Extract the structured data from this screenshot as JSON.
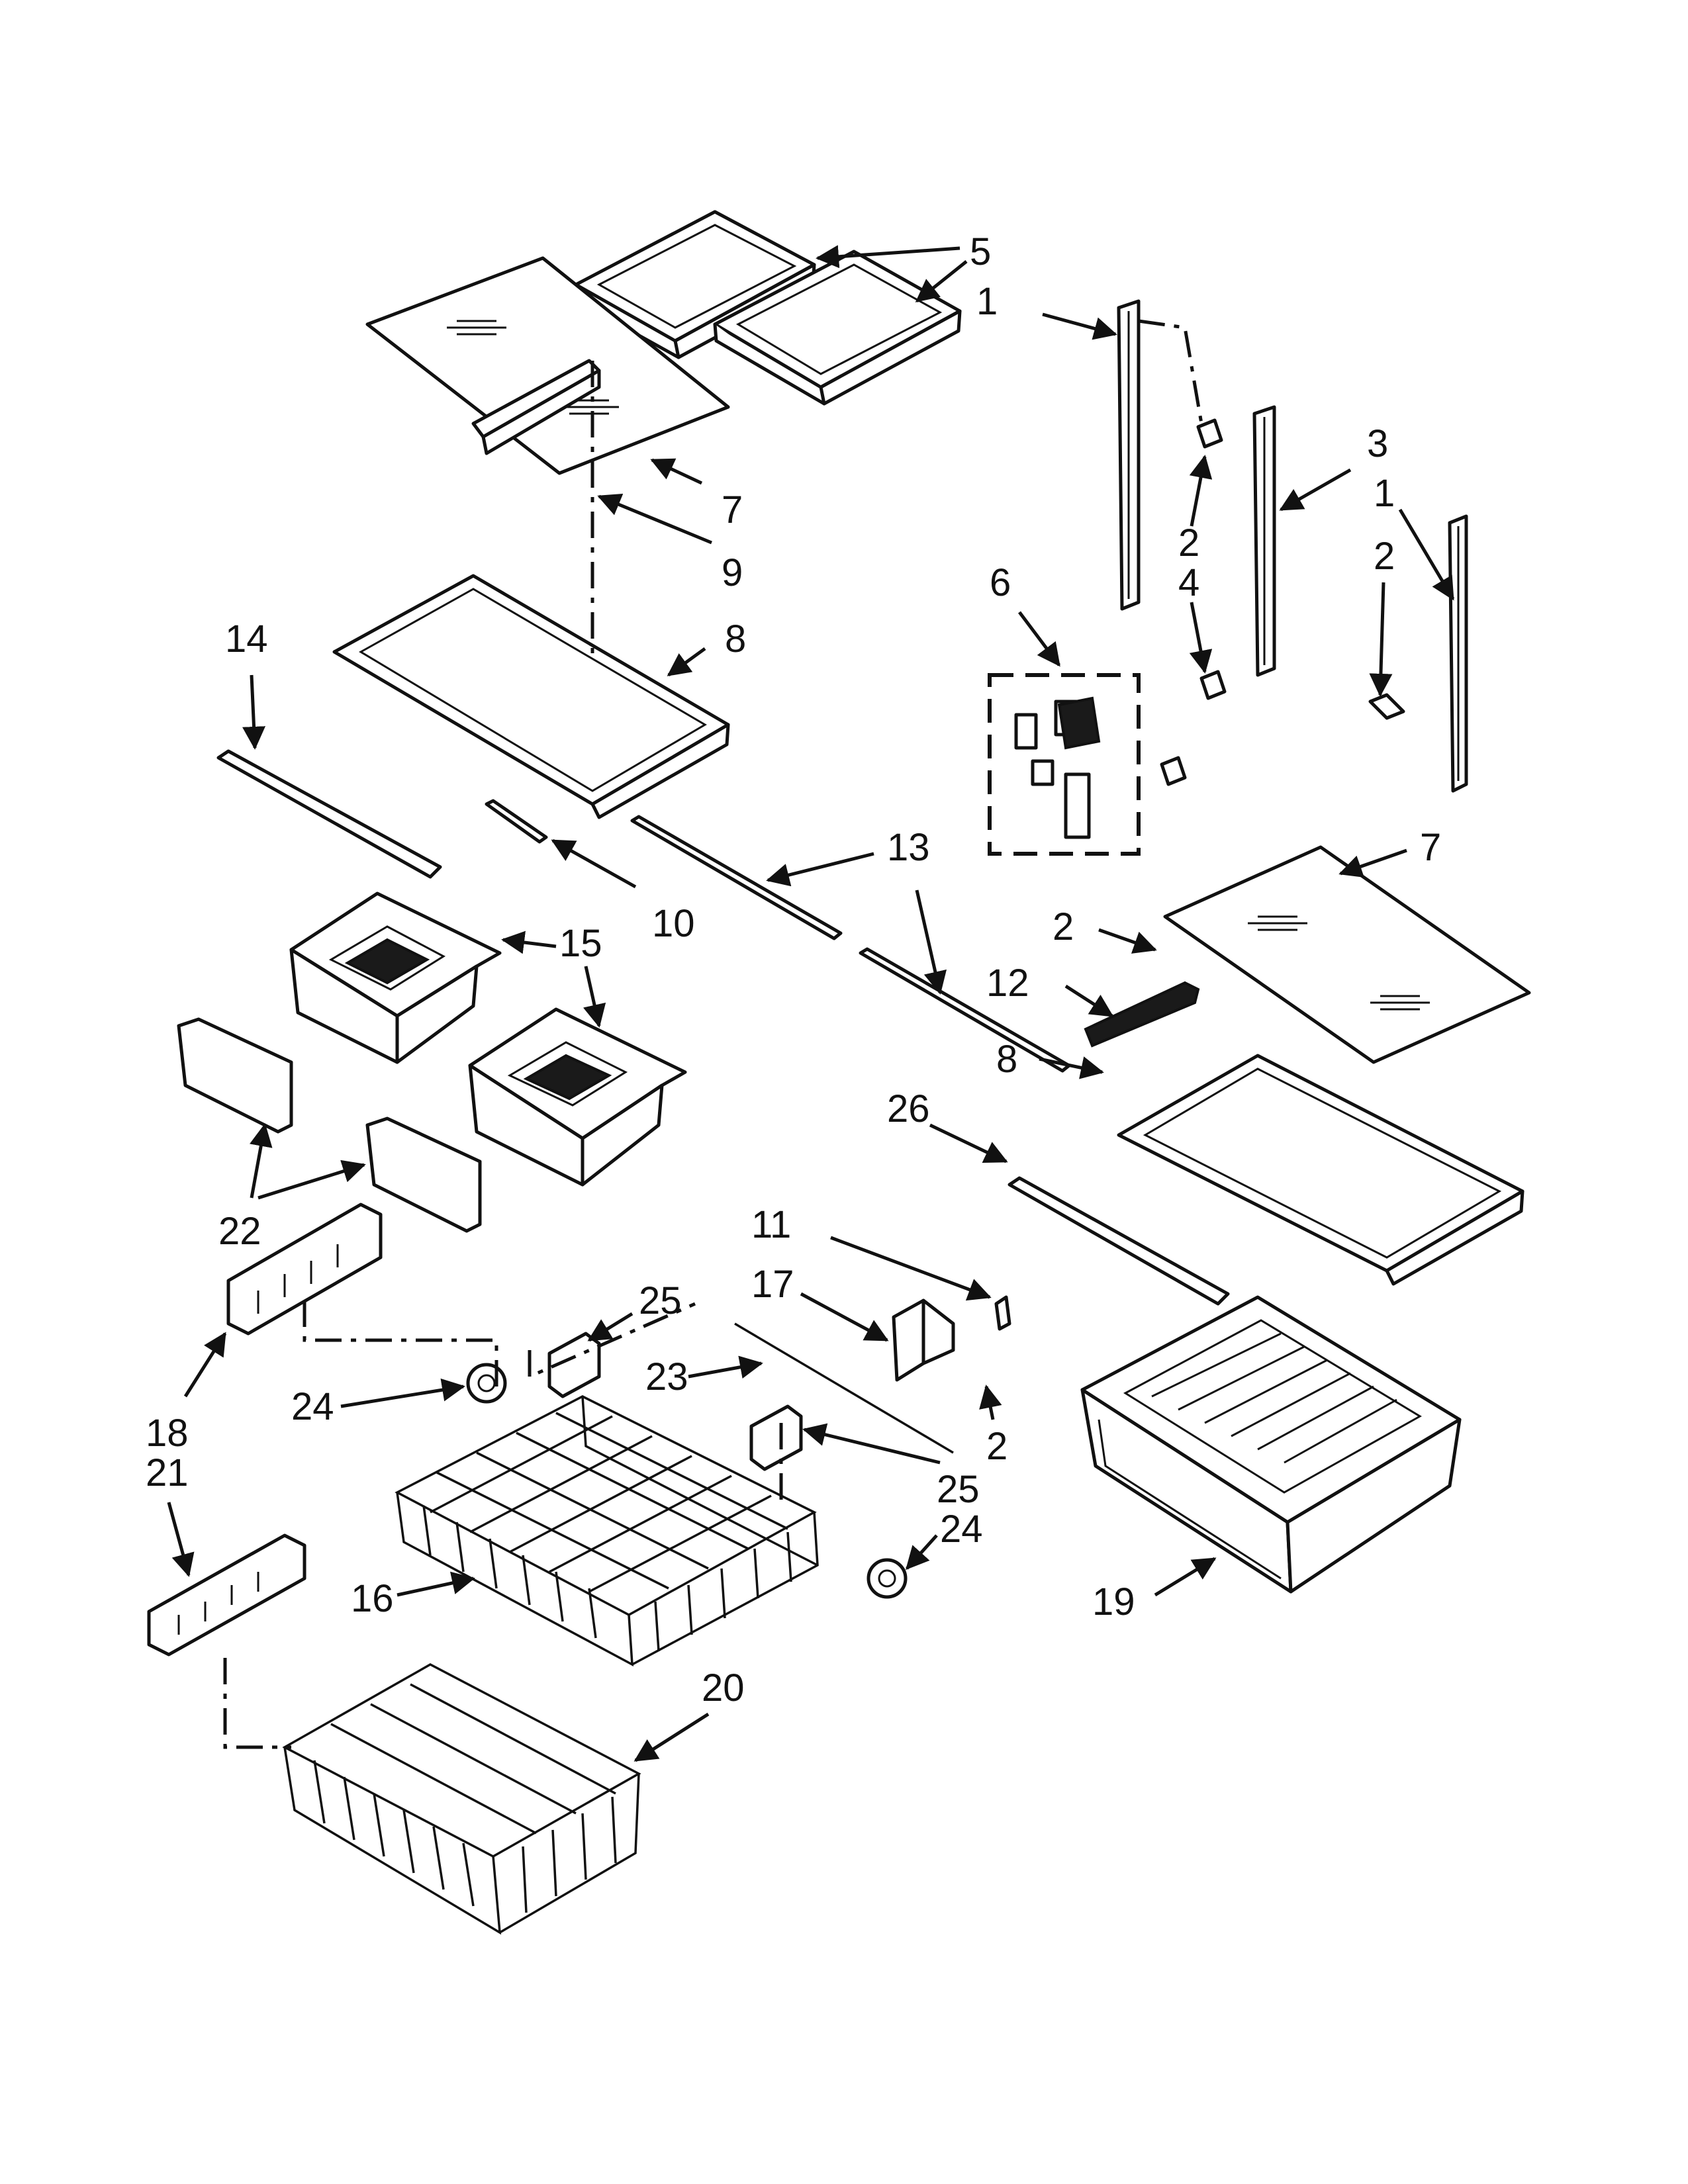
{
  "diagram": {
    "callouts": [
      "1",
      "2",
      "3",
      "4",
      "5",
      "6",
      "7",
      "8",
      "9",
      "10",
      "11",
      "12",
      "13",
      "14",
      "15",
      "16",
      "17",
      "18",
      "19",
      "20",
      "21",
      "22",
      "23",
      "24",
      "25",
      "26"
    ]
  },
  "labels": {
    "l5": "5",
    "l1a": "1",
    "l7a": "7",
    "l9": "9",
    "l8a": "8",
    "l3": "3",
    "l1b": "1",
    "l2a": "2",
    "l4": "4",
    "l2b": "2",
    "l6": "6",
    "l14": "14",
    "l10": "10",
    "l13": "13",
    "l7b": "7",
    "l2c": "2",
    "l12": "12",
    "l15": "15",
    "l8b": "8",
    "l26": "26",
    "l22": "22",
    "l11": "11",
    "l17": "17",
    "l25a": "25",
    "l23": "23",
    "l2d": "2",
    "l24a": "24",
    "l18": "18",
    "l21": "21",
    "l25b": "25",
    "l24b": "24",
    "l16": "16",
    "l19": "19",
    "l20": "20"
  }
}
